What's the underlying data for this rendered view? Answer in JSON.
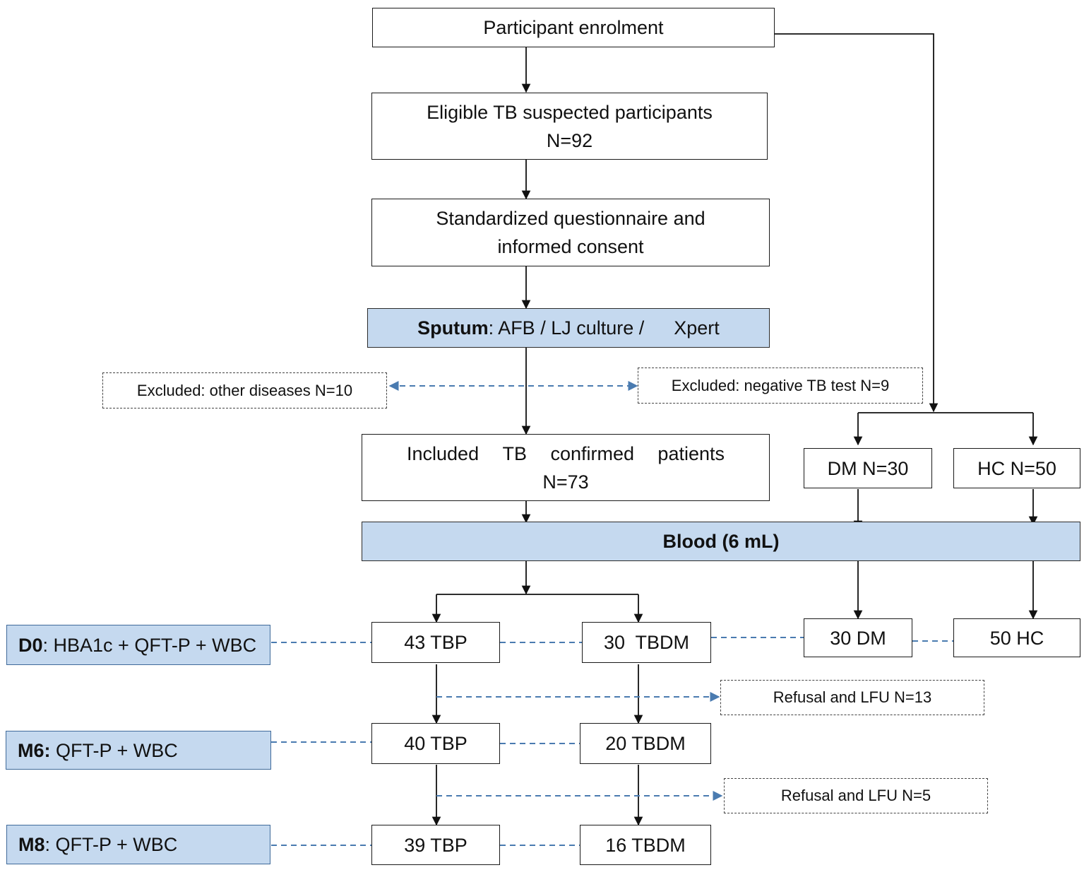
{
  "boxes": {
    "enrolment": "Participant enrolment",
    "eligible": {
      "line1": "Eligible TB suspected participants",
      "line2": "N=92"
    },
    "questionnaire": {
      "line1": "Standardized questionnaire and",
      "line2": "informed consent"
    },
    "sputum": {
      "label": "Sputum",
      "rest": ": AFB / LJ culture /",
      "xpert": "Xpert"
    },
    "excluded_other": "Excluded: other diseases N=10",
    "excluded_negative": "Excluded: negative TB test N=9",
    "included": {
      "w1": "Included",
      "w2": "TB",
      "w3": "confirmed",
      "w4": "patients",
      "line2": "N=73"
    },
    "dm": "DM N=30",
    "hc": "HC N=50",
    "blood": "Blood (6 mL)",
    "tbp_d0": "43 TBP",
    "tbdm_d0": "30  TBDM",
    "dm_d0": "30 DM",
    "hc_d0": "50 HC",
    "refusal_1": "Refusal and LFU N=13",
    "tbp_m6": "40 TBP",
    "tbdm_m6": "20 TBDM",
    "refusal_2": "Refusal and LFU N=5",
    "tbp_m8": "39 TBP",
    "tbdm_m8": "16 TBDM"
  },
  "stages": {
    "d0": {
      "label": "D0",
      "rest": ": HBA1c + QFT-P + WBC"
    },
    "m6": {
      "label": "M6:",
      "rest": " QFT-P + WBC"
    },
    "m8": {
      "label": "M8",
      "rest": ": QFT-P + WBC"
    }
  },
  "colors": {
    "stage_fill": "#c5d9ef",
    "dashed_arrow": "#4a7bb0",
    "solid_arrow": "#111111"
  }
}
